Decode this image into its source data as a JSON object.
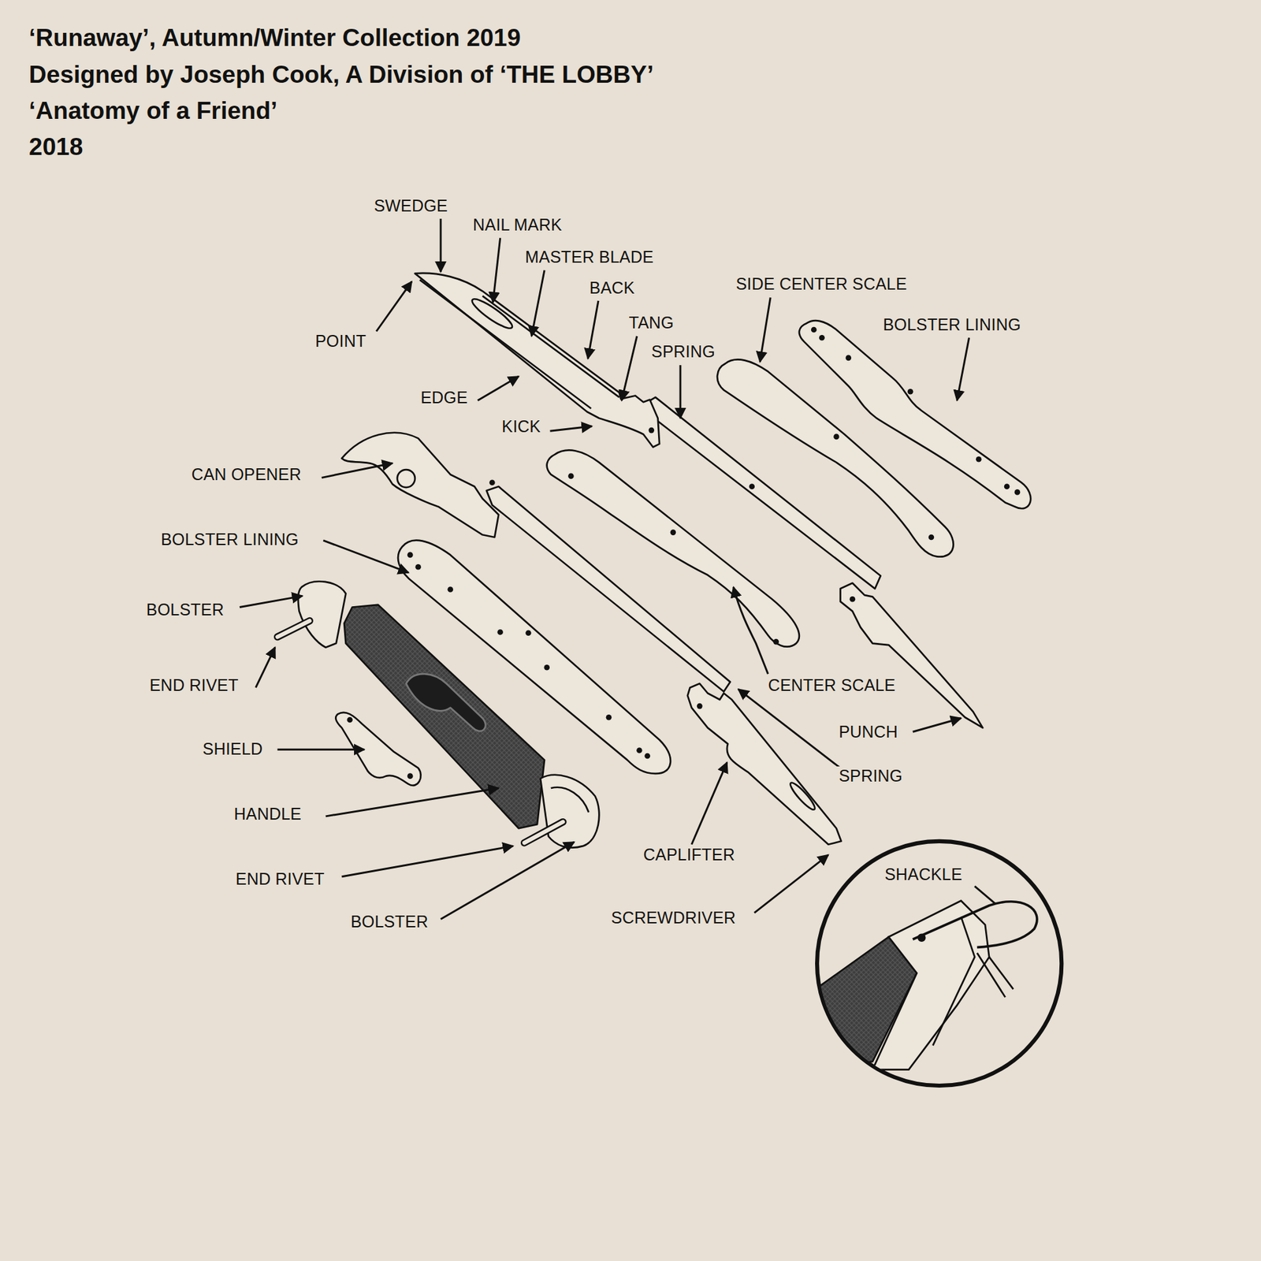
{
  "diagram": {
    "title": "‘Runaway’, Autumn/Winter Collection 2019",
    "labels": [
      "Designed by Joseph Cook, A Division of ‘THE LOBBY’",
      "‘Anatomy of a Friend’",
      "2018",
      "SWEDGE",
      "NAIL MARK",
      "MASTER BLADE",
      "BACK",
      "SIDE CENTER SCALE",
      "BOLSTER LINING",
      "POINT",
      "TANG",
      "SPRING",
      "EDGE",
      "KICK",
      "CAN OPENER",
      "BOLSTER LINING",
      "BOLSTER",
      "END RIVET",
      "CENTER SCALE",
      "PUNCH",
      "SHIELD",
      "SPRING",
      "HANDLE",
      "CAPLIFTER",
      "END RIVET",
      "SHACKLE",
      "SCREWDRIVER",
      "BOLSTER"
    ]
  }
}
